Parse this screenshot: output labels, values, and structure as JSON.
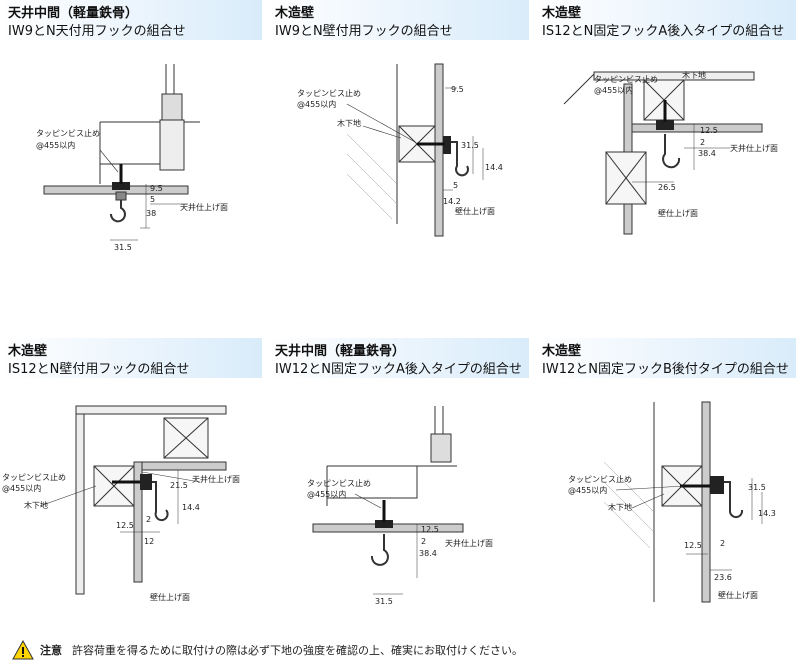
{
  "panels": [
    {
      "title": "天井中間（軽量鉄骨）",
      "subtitle": "IW9とN天付用フックの組合せ",
      "labels": {
        "screw": "タッピンビス止め",
        "pitch": "@455以内",
        "finish": "天井仕上げ面"
      },
      "dims": {
        "d1": "9.5",
        "d2": "5",
        "d3": "38",
        "d4": "31.5"
      }
    },
    {
      "title": "木造壁",
      "subtitle": "IW9とN壁付用フックの組合せ",
      "labels": {
        "screw": "タッピンビス止め",
        "pitch": "@455以内",
        "base": "木下地",
        "finish": "壁仕上げ面"
      },
      "dims": {
        "d1": "9.5",
        "d2": "31.5",
        "d3": "14.4",
        "d4": "5",
        "d5": "14.2"
      }
    },
    {
      "title": "木造壁",
      "subtitle": "IS12とN固定フックA後入タイプの組合せ",
      "labels": {
        "screw": "タッピンビス止め",
        "pitch": "@455以内",
        "base": "木下地",
        "ceiling": "天井仕上げ面",
        "finish": "壁仕上げ面"
      },
      "dims": {
        "d1": "12.5",
        "d2": "2",
        "d3": "38.4",
        "d4": "26.5"
      }
    },
    {
      "title": "木造壁",
      "subtitle": "IS12とN壁付用フックの組合せ",
      "labels": {
        "screw": "タッピンビス止め",
        "pitch": "@455以内",
        "base": "木下地",
        "ceiling": "天井仕上げ面",
        "finish": "壁仕上げ面"
      },
      "dims": {
        "d1": "21.5",
        "d2": "14.4",
        "d3": "12.5",
        "d4": "2",
        "d5": "12"
      }
    },
    {
      "title": "天井中間（軽量鉄骨）",
      "subtitle": "IW12とN固定フックA後入タイプの組合せ",
      "labels": {
        "screw": "タッピンビス止め",
        "pitch": "@455以内",
        "finish": "天井仕上げ面"
      },
      "dims": {
        "d1": "12.5",
        "d2": "2",
        "d3": "38.4",
        "d4": "31.5"
      }
    },
    {
      "title": "木造壁",
      "subtitle": "IW12とN固定フックB後付タイプの組合せ",
      "labels": {
        "screw": "タッピンビス止め",
        "pitch": "@455以内",
        "base": "木下地",
        "finish": "壁仕上げ面"
      },
      "dims": {
        "d1": "31.5",
        "d2": "14.3",
        "d3": "12.5",
        "d4": "2",
        "d5": "23.6"
      }
    }
  ],
  "note": {
    "label": "注意",
    "text": "許容荷重を得るために取付けの際は必ず下地の強度を確認の上、確実にお取付けください。"
  }
}
